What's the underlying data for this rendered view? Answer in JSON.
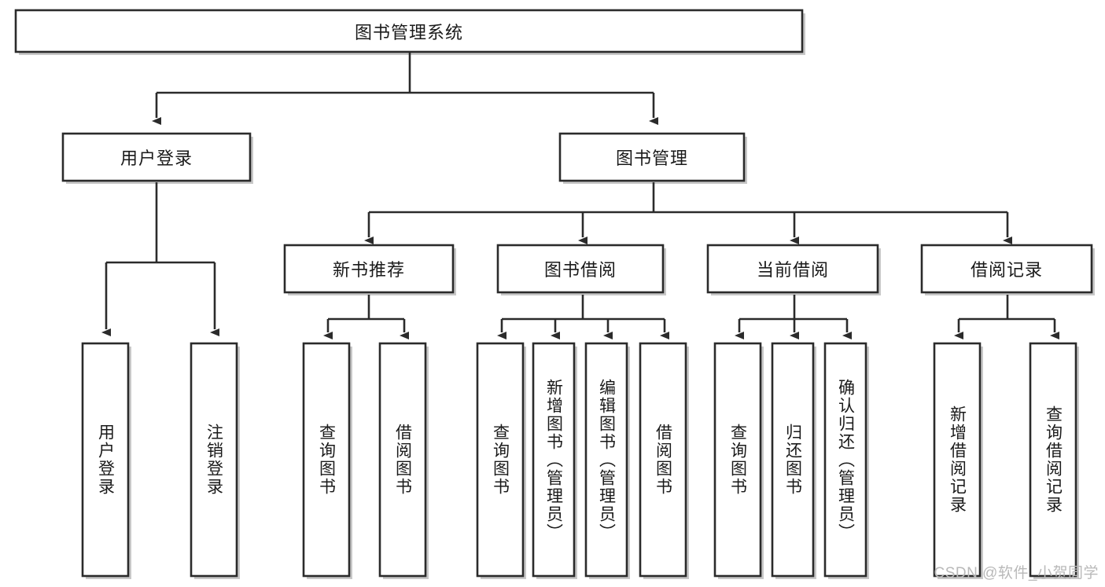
{
  "diagram": {
    "title": "图书管理系统",
    "type": "hierarchy-tree",
    "orientation": "top-down",
    "box_fill": "#ffffff",
    "line_color": "#2b2b2b",
    "text_color": "#1a1a1a",
    "levels": 4,
    "root": {
      "label": "图书管理系统",
      "text_direction": "horizontal"
    },
    "level2": [
      {
        "label": "用户登录",
        "text_direction": "horizontal"
      },
      {
        "label": "图书管理",
        "text_direction": "horizontal"
      }
    ],
    "level3": [
      {
        "label": "新书推荐",
        "text_direction": "horizontal"
      },
      {
        "label": "图书借阅",
        "text_direction": "horizontal"
      },
      {
        "label": "当前借阅",
        "text_direction": "horizontal"
      },
      {
        "label": "借阅记录",
        "text_direction": "horizontal"
      }
    ],
    "leaves": {
      "user_login": [
        {
          "label": "用户登录",
          "text_direction": "vertical"
        },
        {
          "label": "注销登录",
          "text_direction": "vertical"
        }
      ],
      "new_book_recommend": [
        {
          "label": "查询图书",
          "text_direction": "vertical"
        },
        {
          "label": "借阅图书",
          "text_direction": "vertical"
        }
      ],
      "book_borrow": [
        {
          "label": "查询图书",
          "text_direction": "vertical"
        },
        {
          "label": "新增图书（管理员）",
          "text_direction": "vertical"
        },
        {
          "label": "编辑图书（管理员）",
          "text_direction": "vertical"
        },
        {
          "label": "借阅图书",
          "text_direction": "vertical"
        }
      ],
      "current_borrow": [
        {
          "label": "查询图书",
          "text_direction": "vertical"
        },
        {
          "label": "归还图书",
          "text_direction": "vertical"
        },
        {
          "label": "确认归还（管理员）",
          "text_direction": "vertical"
        }
      ],
      "borrow_record": [
        {
          "label": "新增借阅记录",
          "text_direction": "vertical"
        },
        {
          "label": "查询借阅记录",
          "text_direction": "vertical"
        }
      ]
    }
  },
  "watermark": {
    "text": "CSDN @软件_小贺同学"
  }
}
